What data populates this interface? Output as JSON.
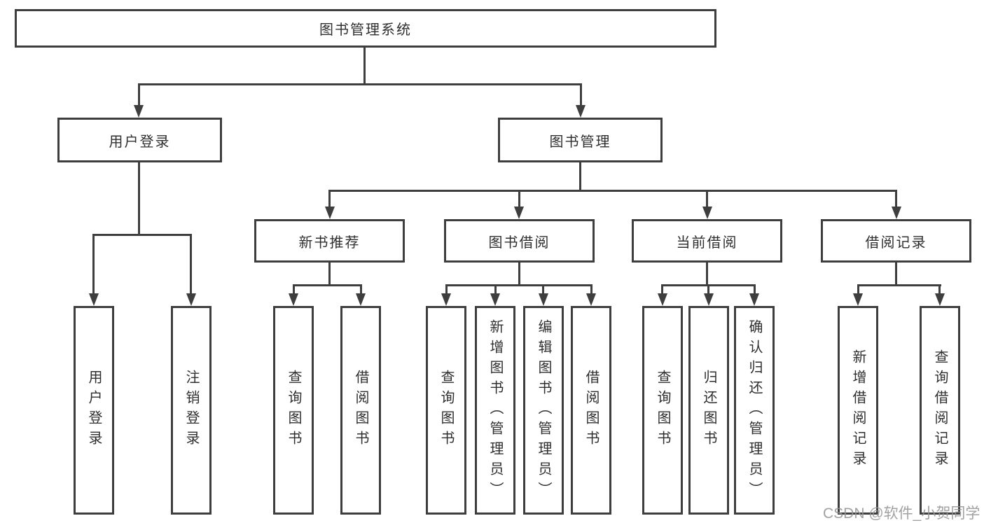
{
  "diagram_title": "图书管理系统",
  "nodes": {
    "root": "图书管理系统",
    "user_login": "用户登录",
    "book_mgmt": "图书管理",
    "new_book": "新书推荐",
    "book_borrow": "图书借阅",
    "current_borrow": "当前借阅",
    "borrow_records": "借阅记录",
    "leaf_user_login": "用户登录",
    "leaf_logout": "注销登录",
    "leaf_nb_query": "查询图书",
    "leaf_nb_borrow": "借阅图书",
    "leaf_bb_query": "查询图书",
    "leaf_bb_add": "新增图书（管理员）",
    "leaf_bb_edit": "编辑图书（管理员）",
    "leaf_bb_borrow": "借阅图书",
    "leaf_cb_query": "查询图书",
    "leaf_cb_return": "归还图书",
    "leaf_cb_confirm": "确认归还（管理员）",
    "leaf_br_add": "新增借阅记录",
    "leaf_br_query": "查询借阅记录"
  },
  "hierarchy": {
    "图书管理系统": {
      "用户登录": [
        "用户登录",
        "注销登录"
      ],
      "图书管理": {
        "新书推荐": [
          "查询图书",
          "借阅图书"
        ],
        "图书借阅": [
          "查询图书",
          "新增图书（管理员）",
          "编辑图书（管理员）",
          "借阅图书"
        ],
        "当前借阅": [
          "查询图书",
          "归还图书",
          "确认归还（管理员）"
        ],
        "借阅记录": [
          "新增借阅记录",
          "查询借阅记录"
        ]
      }
    }
  },
  "watermark": "CSDN @软件_小贺同学",
  "colors": {
    "line": "#3e3e3e",
    "text": "#2f2f2f",
    "background": "#ffffff",
    "watermark": "#949494"
  }
}
